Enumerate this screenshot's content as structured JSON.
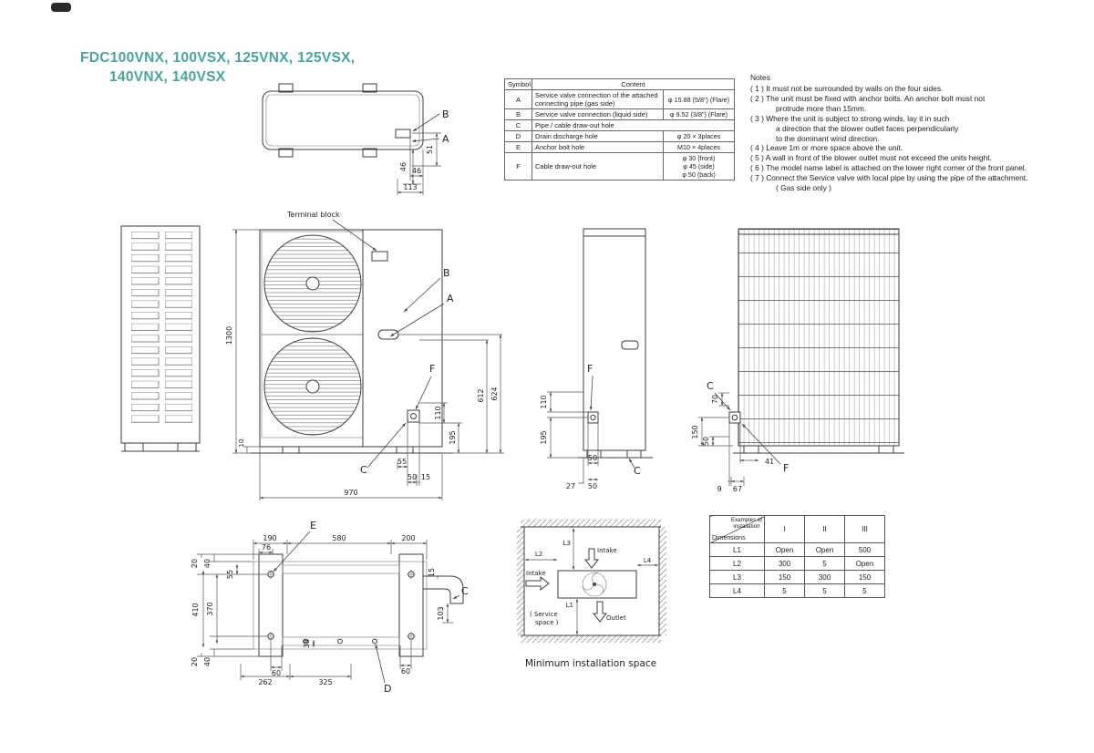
{
  "title": {
    "line1": "FDC100VNX, 100VSX, 125VNX, 125VSX,",
    "line2": "140VNX, 140VSX"
  },
  "symbol_table": {
    "col_symbol": "Symbol",
    "col_content": "Content",
    "rows": [
      {
        "symbol": "A",
        "desc": "Service valve connection of the attached connecting pipe (gas side)",
        "value": "φ 15.88  (5/8\")  (Flare)"
      },
      {
        "symbol": "B",
        "desc": "Service valve connection (liquid side)",
        "value": "φ 9.52  (3/8\")  (Flare)"
      },
      {
        "symbol": "C",
        "desc": "Pipe / cable draw-out hole",
        "value": ""
      },
      {
        "symbol": "D",
        "desc": "Drain discharge hole",
        "value": "φ 20 × 3places"
      },
      {
        "symbol": "E",
        "desc": "Anchor bolt hole",
        "value": "M10 × 4places"
      },
      {
        "symbol": "F",
        "desc": "Cable draw-out hole",
        "value_lines": [
          "φ 30  (front)",
          "φ 45  (side)",
          "φ 50  (back)"
        ]
      }
    ]
  },
  "notes": {
    "heading": "Notes",
    "items": [
      "( 1 )  It must not be surrounded by walls on the four sides.",
      "( 2 )  The unit must be fixed with anchor bolts. An anchor bolt must not\nprotrude more than 15mm.",
      "( 3 )  Where the unit is subject to strong winds, lay it in such\na direction that the blower outlet faces perpendicularly\nto the dominant wind direction.",
      "( 4 )  Leave 1m or more space above the unit.",
      "( 5 )  A wall in front of the blower outlet must not exceed the units height.",
      "( 6 )  The model name label is attached on the lower right corner of the front panel.",
      "( 7 )  Connect the Service valve with local pipe by using the pipe of the attachment.\n( Gas side only )"
    ]
  },
  "top_view": {
    "callout_b": "B",
    "callout_a": "A",
    "dim_51": "51",
    "dim_46v": "46",
    "dim_46h": "46",
    "dim_113": "113"
  },
  "front_view": {
    "terminal_block": "Terminal block",
    "callout_b": "B",
    "callout_a": "A",
    "callout_f": "F",
    "callout_c": "C",
    "dim_1300": "1300",
    "dim_10": "10",
    "dim_612": "612",
    "dim_624": "624",
    "dim_110": "110",
    "dim_195": "195",
    "dim_55": "55",
    "dim_50": "50",
    "dim_15": "15",
    "dim_970": "970"
  },
  "side_view": {
    "callout_f": "F",
    "callout_c": "C",
    "dim_110": "110",
    "dim_195": "195",
    "dim_50a": "50",
    "dim_27": "27",
    "dim_50b": "50"
  },
  "back_view": {
    "callout_c": "C",
    "callout_f": "F",
    "dim_70": "70",
    "dim_150": "150",
    "dim_50": "50",
    "dim_41": "41",
    "dim_9": "9",
    "dim_67": "67"
  },
  "base_view": {
    "callout_e": "E",
    "callout_d": "D",
    "callout_c": "C",
    "dim_190": "190",
    "dim_580": "580",
    "dim_200": "200",
    "dim_76": "76",
    "dim_20t": "20",
    "dim_40t": "40",
    "dim_55": "55",
    "dim_410": "410",
    "dim_370": "370",
    "dim_20b": "20",
    "dim_40b": "40",
    "dim_60l": "60",
    "dim_38": "38",
    "dim_60r": "60",
    "dim_15": "15",
    "dim_103": "103",
    "dim_262": "262",
    "dim_325": "325"
  },
  "install_space": {
    "l1": "L1",
    "l2": "L2",
    "l3": "L3",
    "l4": "L4",
    "intake_top": "Intake",
    "intake_left": "Intake",
    "outlet": "Outlet",
    "service_space_1": "( Service",
    "service_space_2": "space )",
    "caption": "Minimum installation space"
  },
  "install_table": {
    "header_top": "Examples of\ninstallation",
    "header_bottom": "Dimensions",
    "cols": [
      "I",
      "II",
      "III"
    ],
    "rows": [
      {
        "label": "L1",
        "values": [
          "Open",
          "Open",
          "500"
        ]
      },
      {
        "label": "L2",
        "values": [
          "300",
          "5",
          "Open"
        ]
      },
      {
        "label": "L3",
        "values": [
          "150",
          "300",
          "150"
        ]
      },
      {
        "label": "L4",
        "values": [
          "5",
          "5",
          "5"
        ]
      }
    ]
  }
}
